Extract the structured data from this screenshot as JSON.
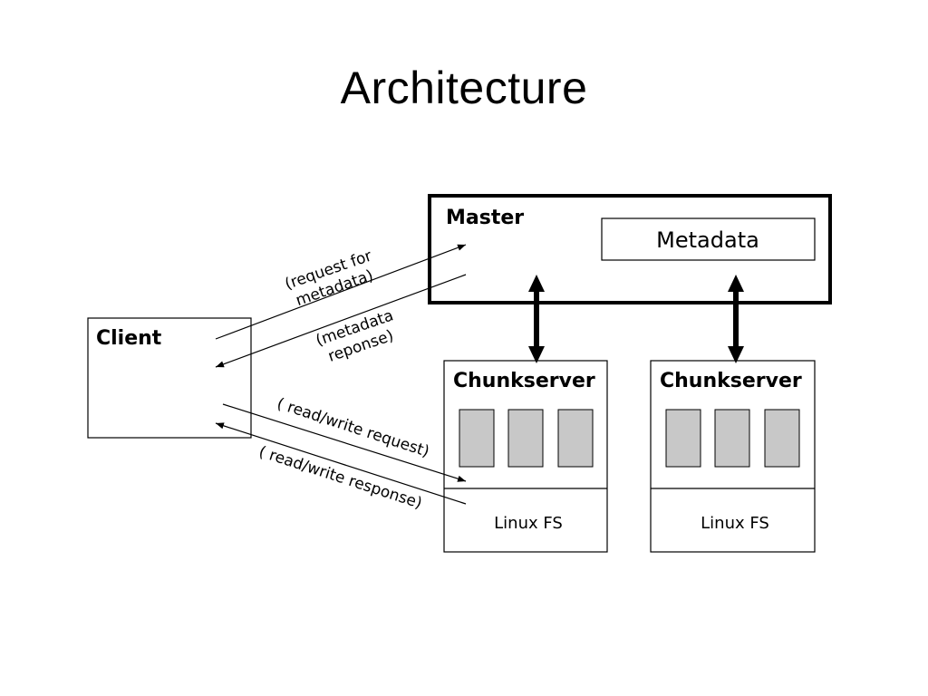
{
  "title": "Architecture",
  "master": {
    "label": "Master",
    "metadata_label": "Metadata"
  },
  "client": {
    "label": "Client"
  },
  "chunkservers": [
    {
      "label": "Chunkserver",
      "fs_label": "Linux FS"
    },
    {
      "label": "Chunkserver",
      "fs_label": "Linux FS"
    }
  ],
  "flows": {
    "request_metadata": [
      "(request for",
      "metadata)"
    ],
    "metadata_response": [
      "(metadata",
      "reponse)"
    ],
    "rw_request": "( read/write request)",
    "rw_response": "( read/write response)"
  },
  "colors": {
    "chunk_fill": "#c8c8c8",
    "stroke": "#000000",
    "background": "#ffffff"
  }
}
